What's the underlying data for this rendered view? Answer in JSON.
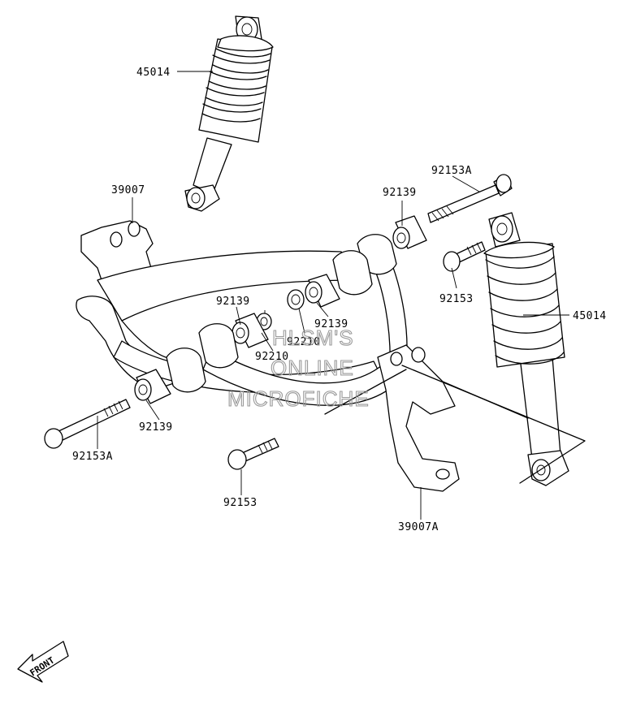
{
  "labels": {
    "shock_upper_left": "45014",
    "shock_right": "45014",
    "arm_left": "39007",
    "arm_right": "39007A",
    "bolt_top_right": "92153A",
    "bolt_lower_left": "92153A",
    "bolt_right_small": "92153",
    "bolt_bottom_center": "92153",
    "bushing_top_right": "92139",
    "bushing_center_right": "92139",
    "bushing_center_left": "92139",
    "bushing_lower_left": "92139",
    "collar_right": "92210",
    "collar_left": "92210"
  },
  "watermark": {
    "line1": "HLSM'S",
    "line2": "ONLINE",
    "line3": "MICROFICHE"
  },
  "front_marker": {
    "text": "FRONT",
    "icon": "front-arrow-icon"
  }
}
